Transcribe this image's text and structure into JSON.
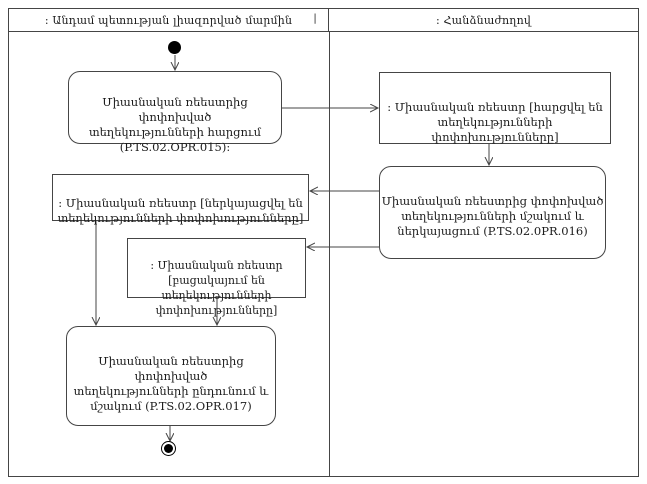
{
  "lanes": {
    "left": {
      "title": ": Անդամ պետության լիազորված մարմին",
      "cursor": "|"
    },
    "right": {
      "title": ": Հանձնաժողով"
    }
  },
  "nodes": {
    "query_action": {
      "text": "Միասնական ռեեստրից փոփոխված\nտեղեկությունների հարցում\n(P.TS.02.OPR.015):"
    },
    "registry_queried": {
      "text": ": Միասնական ռեեստր [հարցվել են\nտեղեկությունների փոփոխությունները]"
    },
    "process_present_action": {
      "text": "Միասնական ռեեստրից փոփոխված\nտեղեկությունների մշակում և\nներկայացում (P.TS.02.0PR.016)"
    },
    "registry_presented": {
      "text": ": Միասնական ռեեստր [ներկայացվել են\nտեղեկությունների փոփոխությունները]"
    },
    "registry_no_changes": {
      "text": ": Միասնական ռեեստր [բացակայում են\nտեղեկությունների փոփոխությունները]"
    },
    "receive_process_action": {
      "text": "Միասնական ռեեստրից փոփոխված\nտեղեկությունների ընդունում և\nմշակում (P.TS.02.OPR.017)"
    }
  },
  "colors": {
    "border": "#454545",
    "text": "#1c1c1c",
    "background": "#ffffff",
    "terminal_node": "#000000"
  }
}
